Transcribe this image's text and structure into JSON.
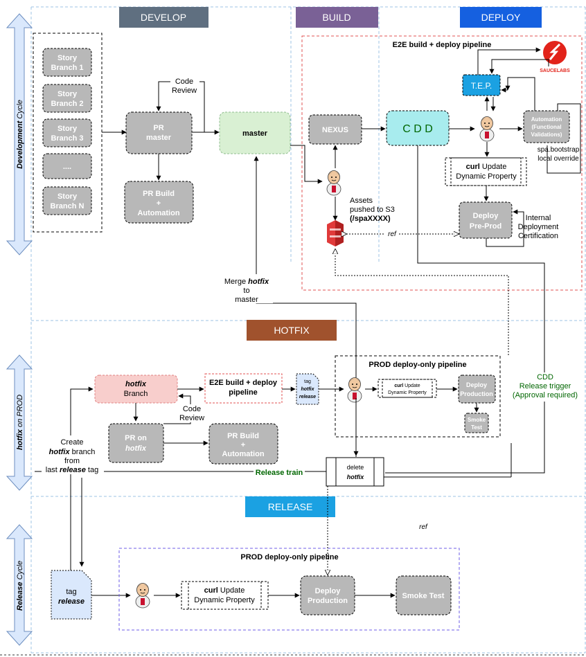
{
  "lanes": {
    "develop": "DEVELOP",
    "build": "BUILD",
    "deploy": "DEPLOY",
    "hotfix": "HOTFIX",
    "release": "RELEASE"
  },
  "side_labels": {
    "development": [
      "Development",
      " Cycle"
    ],
    "hotfix": [
      "hotfix",
      " on PROD"
    ],
    "release": [
      "Release",
      " Cycle"
    ]
  },
  "develop": {
    "stories": [
      [
        "Story",
        "Branch 1"
      ],
      [
        "Story",
        "Branch 2"
      ],
      [
        "Story",
        "Branch 3"
      ],
      [
        "...."
      ],
      [
        "Story",
        "Branch N"
      ]
    ],
    "code_review": [
      "Code",
      "Review"
    ],
    "pr_master": [
      "PR",
      "master"
    ],
    "pr_build": [
      "PR Build",
      "+",
      "Automation"
    ],
    "master": "master"
  },
  "pipeline": {
    "title": "E2E build + deploy pipeline",
    "nexus": "NEXUS",
    "cdd": "C D D",
    "sauce_logo": "SAUCELABS",
    "tep": "T.E.P.",
    "automation": [
      "Automation",
      "(Functional",
      "Validations)"
    ],
    "spa_note": [
      "spa.bootstrap",
      "local override"
    ],
    "curl_bold": "curl",
    "curl_rest": " Update",
    "curl_line2": "Dynamic Property",
    "deploy_preprod": [
      "Deploy",
      "Pre-Prod"
    ],
    "internal_cert": [
      "Internal",
      "Deployment",
      "Certification"
    ],
    "assets": [
      "Assets",
      "pushed to S3",
      "(/spaXXXX)"
    ],
    "ref": "ref"
  },
  "merge_hotfix": {
    "pre": "Merge ",
    "bold": "hotfix",
    "line2": "to",
    "line3": "master"
  },
  "hotfix": {
    "branch_bold": "hotfix",
    "branch_line2": "Branch",
    "code_review": [
      "Code",
      "Review"
    ],
    "pr_on": "PR on",
    "pr_on_bold": "hotfix",
    "pr_build": [
      "PR Build",
      "+",
      "Automation"
    ],
    "e2e": [
      "E2E build + deploy",
      "pipeline"
    ],
    "tag_doc": [
      "tag",
      "hotfix",
      "release"
    ],
    "prod_title": "PROD deploy-only pipeline",
    "curl_bold": "curl",
    "curl_rest": " Update",
    "curl_line2": "Dynamic Property",
    "deploy_production": [
      "Deploy",
      "Production"
    ],
    "smoke_test": [
      "Smoke",
      "Test"
    ],
    "delete_box": [
      "delete",
      "hotfix"
    ],
    "create_text": {
      "l1": "Create",
      "l2_bold": "hotfix",
      "l2_rest": " branch",
      "l3": "from",
      "l4_pre": "last ",
      "l4_bold": "release",
      "l4_post": " tag"
    },
    "release_train": "Release train",
    "cdd_trigger": [
      "CDD",
      "Release trigger",
      "(Approval required)"
    ]
  },
  "release": {
    "ref": "ref",
    "tag_doc": [
      "tag",
      "release"
    ],
    "prod_title": "PROD deploy-only pipeline",
    "curl_bold": "curl",
    "curl_rest": " Update",
    "curl_line2": "Dynamic Property",
    "deploy_production": [
      "Deploy",
      "Production"
    ],
    "smoke_test": "Smoke Test"
  },
  "colors": {
    "develop_header": "#5f6f80",
    "build_header": "#7a6196",
    "deploy_header": "#1560e0",
    "hotfix_header": "#a0522d",
    "release_header": "#1ba1e2",
    "node_gray": "#b8b8b8",
    "master_green": "#d9f0d3",
    "cdd_cyan": "#a8ecee",
    "tep_blue": "#1ba1e2",
    "hotfix_pink": "#f8cecc",
    "doc_blue": "#dae8fc",
    "green_text": "#006600",
    "red_border": "#e05050",
    "purple_border": "#6c5ce7",
    "lane_lines": "#9ec3e6"
  }
}
